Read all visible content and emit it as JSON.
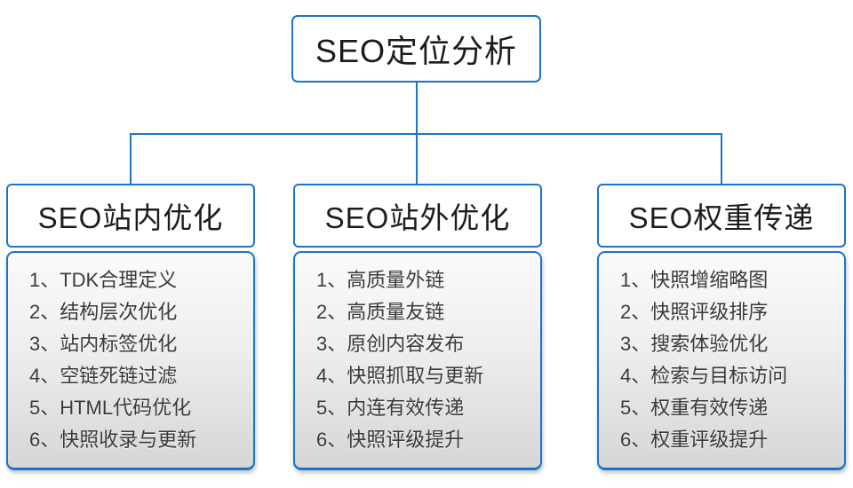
{
  "root": {
    "title": "SEO定位分析"
  },
  "columns": [
    {
      "title": "SEO站内优化",
      "items": [
        "1、TDK合理定义",
        "2、结构层次优化",
        "3、站内标签优化",
        "4、空链死链过滤",
        "5、HTML代码优化",
        "6、快照收录与更新"
      ]
    },
    {
      "title": "SEO站外优化",
      "items": [
        "1、高质量外链",
        "2、高质量友链",
        "3、原创内容发布",
        "4、快照抓取与更新",
        "5、内连有效传递",
        "6、快照评级提升"
      ]
    },
    {
      "title": "SEO权重传递",
      "items": [
        "1、快照增缩略图",
        "2、快照评级排序",
        "3、搜索体验优化",
        "4、检索与目标访问",
        "5、权重有效传递",
        "6、权重评级提升"
      ]
    }
  ],
  "colors": {
    "line": "#1b74c8",
    "header_text": "#1c1c1c",
    "item_text": "#3a3a3a",
    "panel_top": "#fbfbfb",
    "panel_bottom": "#d6d6d6"
  }
}
